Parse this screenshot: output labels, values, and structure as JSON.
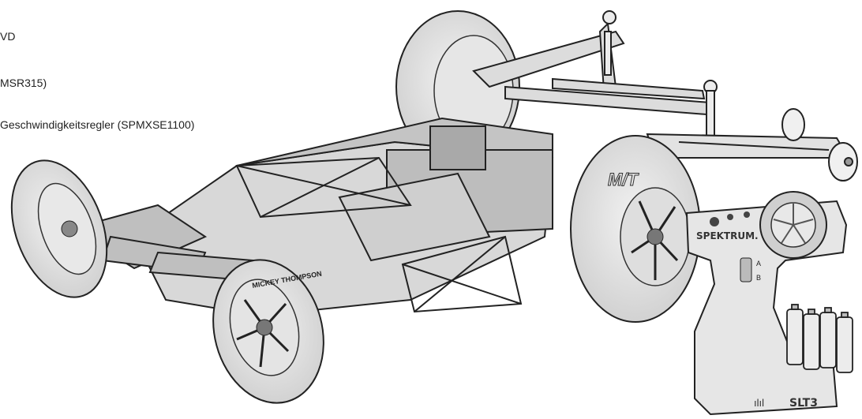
{
  "legend": {
    "line1": "VD",
    "line2": "MSR315)",
    "line3": "Geschwindigkeitsregler (SPMXSE1100)"
  },
  "transmitter": {
    "brand": "SPEKTRUM.",
    "model": "SLT3",
    "switch_a": "A",
    "switch_b": "B"
  },
  "tires": {
    "front_lettering": "MICKEY THOMPSON",
    "rear_logo": "M/T"
  }
}
